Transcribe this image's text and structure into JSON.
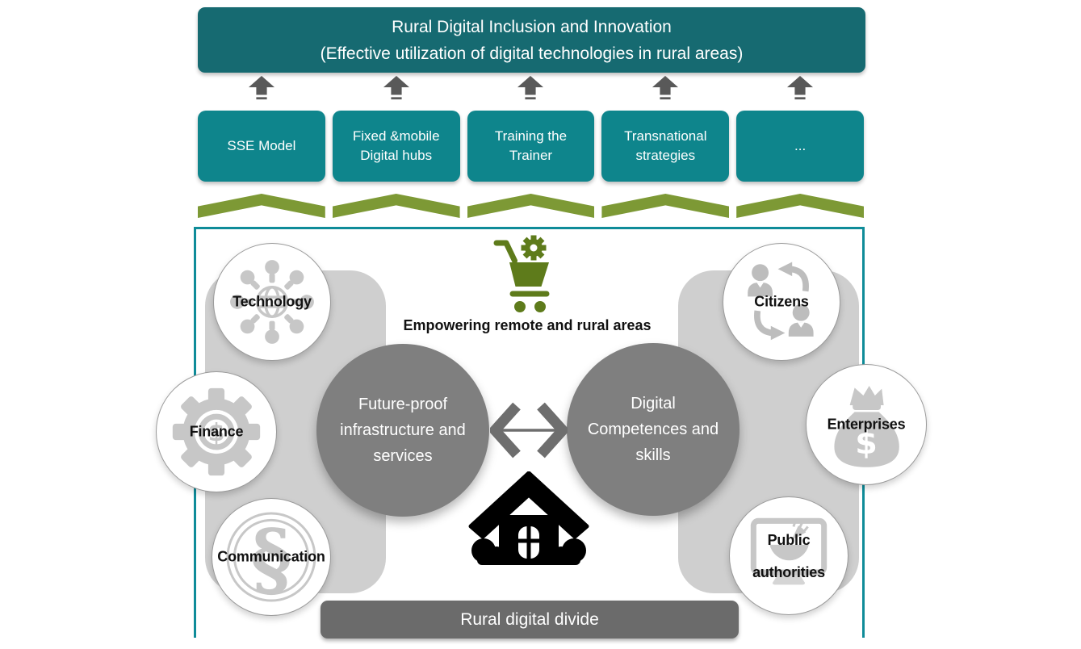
{
  "colors": {
    "teal-dark": "#166A71",
    "teal": "#0E858C",
    "teal-border": "#0F8C99",
    "olive": "#7D9935",
    "olive-dark": "#5E7B1B",
    "arrow-gray": "#595959",
    "core-gray": "#7F7F7F",
    "double-arrow-gray": "#6E6E6E",
    "bar-gray": "#6B6B6B",
    "panel-gray": "#CFCFCF",
    "icon-gray": "#C7C7C7",
    "icon-gray-dark": "#BDBDBD"
  },
  "header": {
    "title_line1": "Rural Digital Inclusion and Innovation",
    "title_line2": "(Effective utilization of digital technologies in rural areas)"
  },
  "pillars": [
    {
      "label": "SSE Model"
    },
    {
      "label": "Fixed &mobile Digital hubs"
    },
    {
      "label": "Training the Trainer"
    },
    {
      "label": "Transnational strategies"
    },
    {
      "label": "..."
    }
  ],
  "ecosystem": {
    "tagline": "Empowering remote and rural areas",
    "left_factors": [
      {
        "label": "Technology",
        "icon": "network-globe-icon"
      },
      {
        "label": "Finance",
        "icon": "gear-dollar-icon"
      },
      {
        "label": "Communication",
        "icon": "section-paragraph-icon"
      }
    ],
    "right_factors": [
      {
        "label": "Citizens",
        "icon": "people-exchange-icon"
      },
      {
        "label": "Enterprises",
        "icon": "money-bag-icon"
      },
      {
        "label": "Public authorities",
        "icon": "computer-monitor-icon"
      }
    ],
    "core_left": "Future-proof infrastructure and services",
    "core_right": "Digital Competences and skills",
    "bottom_bar": "Rural digital divide"
  }
}
